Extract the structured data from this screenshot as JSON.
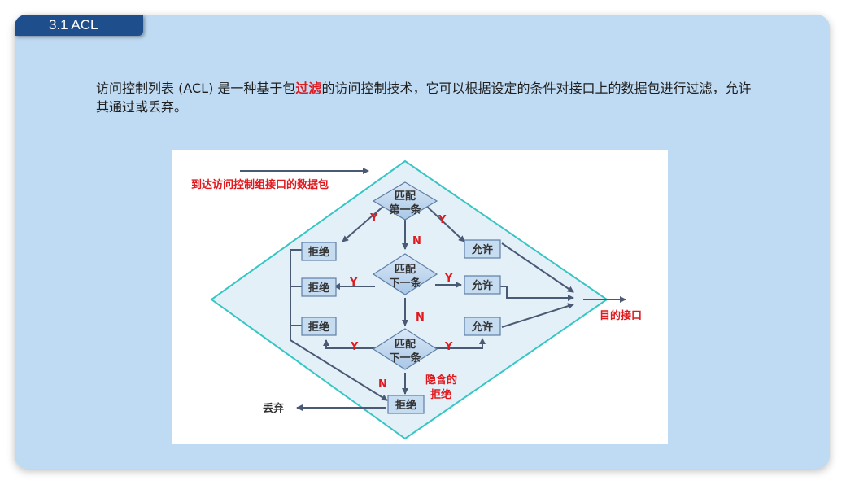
{
  "slide": {
    "section_tab": "3.1 ACL",
    "paragraph": {
      "before": "访问控制列表 (ACL) 是一种基于包",
      "highlight": "过滤",
      "after": "的访问控制技术，它可以根据设定的条件对接口上的数据包进行过滤，允许其通过或丢弃。"
    }
  },
  "diagram": {
    "incoming_label": "到达访问控制组接口的数据包",
    "match_first": [
      "匹配",
      "第一条"
    ],
    "match_next_1": [
      "匹配",
      "下一条"
    ],
    "match_next_2": [
      "匹配",
      "下一条"
    ],
    "deny": "拒绝",
    "permit": "允许",
    "yes": "Y",
    "no": "N",
    "destination": "目的接口",
    "implicit_deny": [
      "隐含的",
      "拒绝"
    ],
    "discard": "丢弃",
    "colors": {
      "diamond_outline": "#36c6c4",
      "box_fill": "#c6dcf0",
      "box_border": "#5f7fa6",
      "arrow": "#4a5a74",
      "red": "#e0191f"
    }
  }
}
